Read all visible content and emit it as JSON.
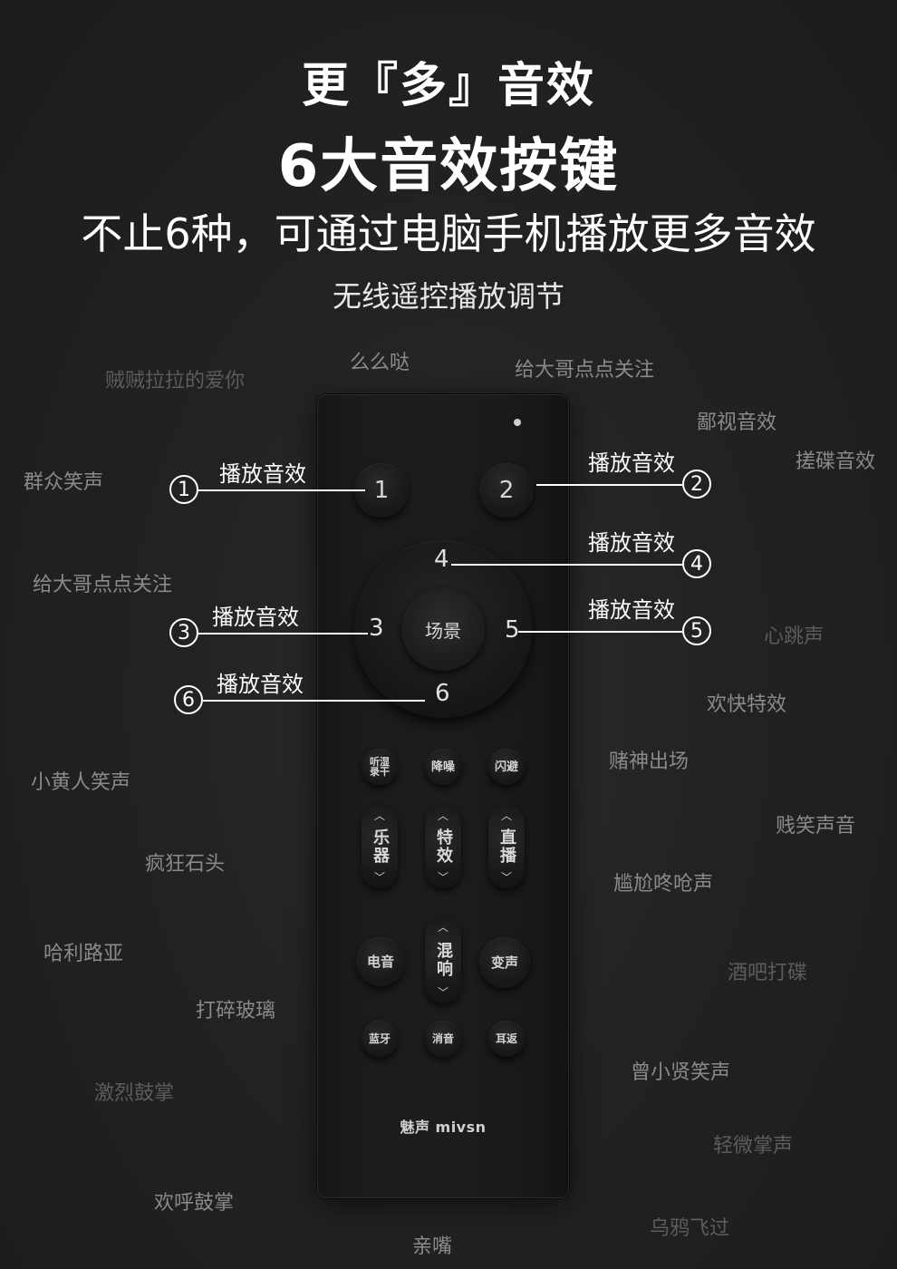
{
  "header": {
    "title": "更『多』音效",
    "subtitle": "6大音效按键",
    "tagline": "不止6种，可通过电脑手机播放更多音效",
    "feature": "无线遥控播放调节"
  },
  "sound_effects": [
    "么么哒",
    "给大哥点点关注",
    "贼贼拉拉的爱你",
    "鄙视音效",
    "搓碟音效",
    "群众笑声",
    "给大哥点点关注",
    "心跳声",
    "欢快特效",
    "赌神出场",
    "小黄人笑声",
    "贱笑声音",
    "疯狂石头",
    "尴尬咚呛声",
    "哈利路亚",
    "酒吧打碟",
    "打碎玻璃",
    "曾小贤笑声",
    "激烈鼓掌",
    "轻微掌声",
    "欢呼鼓掌",
    "乌鸦飞过",
    "亲嘴"
  ],
  "callouts": [
    {
      "num": "1",
      "label": "播放音效"
    },
    {
      "num": "2",
      "label": "播放音效"
    },
    {
      "num": "4",
      "label": "播放音效"
    },
    {
      "num": "3",
      "label": "播放音效"
    },
    {
      "num": "5",
      "label": "播放音效"
    },
    {
      "num": "6",
      "label": "播放音效"
    }
  ],
  "remote": {
    "btn1": "1",
    "btn2": "2",
    "dpad_up": "4",
    "dpad_left": "3",
    "dpad_right": "5",
    "dpad_down": "6",
    "center": "场景",
    "row1": [
      "听湿\n录干",
      "降噪",
      "闪避"
    ],
    "pills": [
      "乐器",
      "特效",
      "直播"
    ],
    "row3_left": "电音",
    "row3_pill": "混响",
    "row3_right": "变声",
    "row4": [
      "蓝牙",
      "消音",
      "耳返"
    ],
    "brand": "魅声 mivsn"
  }
}
